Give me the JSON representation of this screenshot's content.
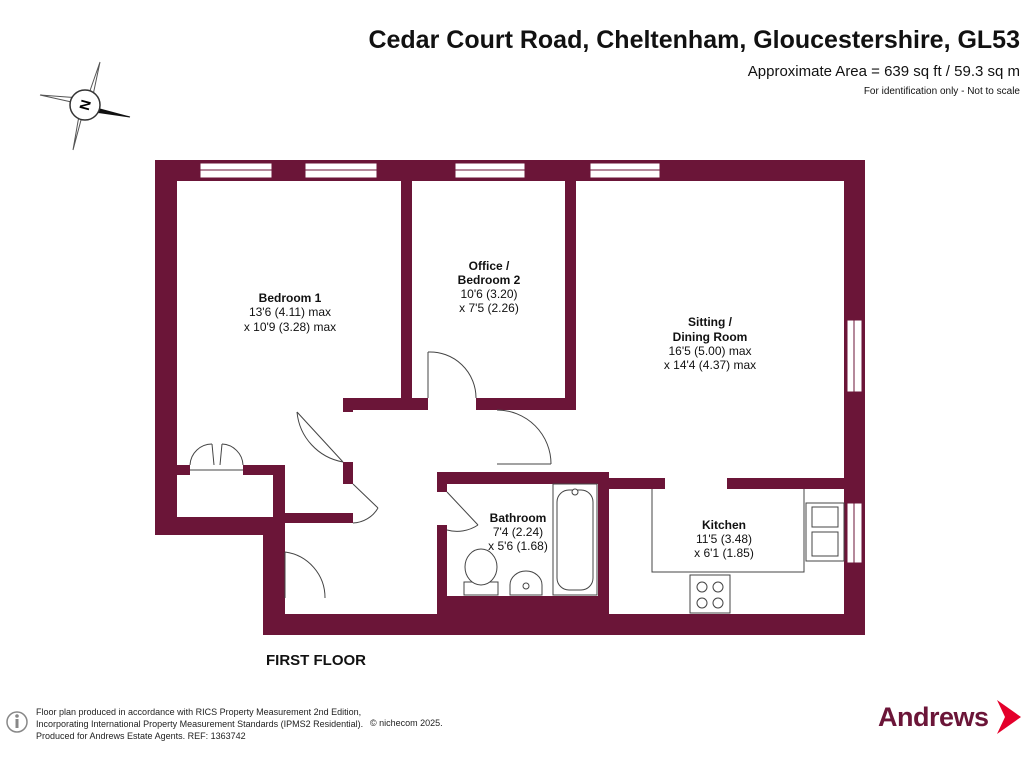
{
  "header": {
    "title": "Cedar Court Road, Cheltenham, Gloucestershire, GL53",
    "area": "Approximate Area = 639 sq ft / 59.3 sq m",
    "note": "For identification only - Not to scale"
  },
  "compass": {
    "letter": "N"
  },
  "rooms": {
    "bedroom1": {
      "name": "Bedroom 1",
      "dim1": "13'6 (4.11) max",
      "dim2": "x 10'9 (3.28) max"
    },
    "office": {
      "name1": "Office /",
      "name2": "Bedroom 2",
      "dim1": "10'6 (3.20)",
      "dim2": "x 7'5 (2.26)"
    },
    "sitting": {
      "name1": "Sitting /",
      "name2": "Dining Room",
      "dim1": "16'5 (5.00) max",
      "dim2": "x 14'4 (4.37) max"
    },
    "bathroom": {
      "name": "Bathroom",
      "dim1": "7'4 (2.24)",
      "dim2": "x 5'6 (1.68)"
    },
    "kitchen": {
      "name": "Kitchen",
      "dim1": "11'5 (3.48)",
      "dim2": "x 6'1 (1.85)"
    }
  },
  "floor_label": "FIRST FLOOR",
  "footer": {
    "line1": "Floor plan produced in accordance with RICS Property Measurement 2nd Edition,",
    "line2": "Incorporating International Property Measurement Standards (IPMS2 Residential).",
    "line3": "Produced for Andrews Estate Agents.   REF: 1363742",
    "copyright": "© nichecom 2025."
  },
  "brand": {
    "name": "Andrews"
  },
  "colors": {
    "wall": "#6b1538",
    "window": "#ffffff",
    "fixture_stroke": "#444444"
  }
}
